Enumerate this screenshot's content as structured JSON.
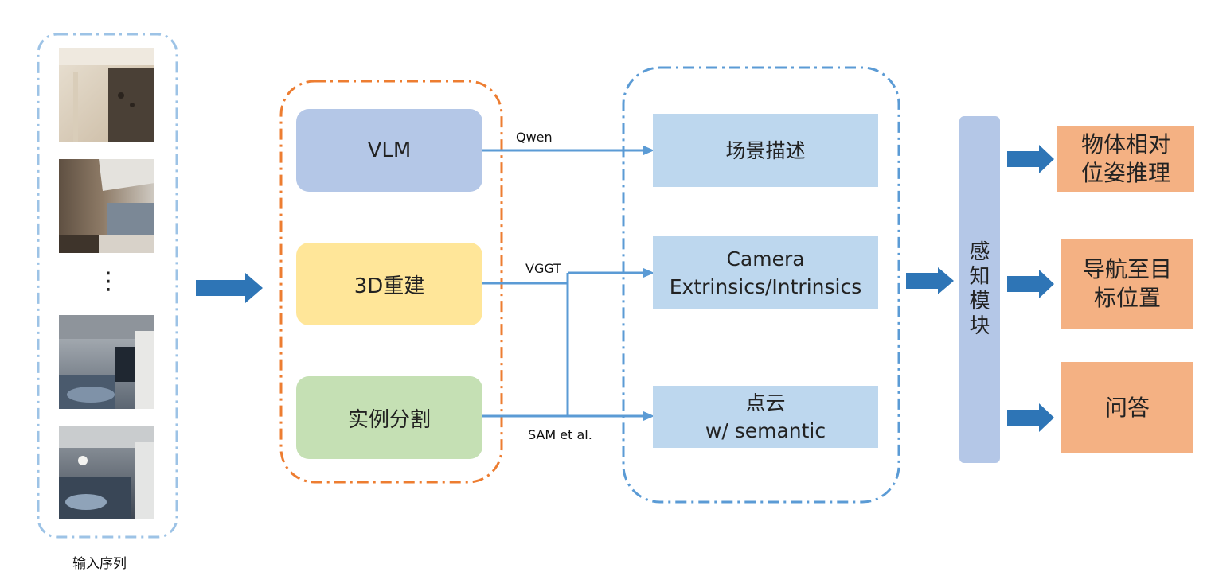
{
  "input": {
    "caption": "输入序列",
    "ellipsis": "⋮"
  },
  "modules": [
    {
      "label": "VLM",
      "color": "#b4c7e7"
    },
    {
      "label": "3D重建",
      "color": "#ffe699"
    },
    {
      "label": "实例分割",
      "color": "#c5e0b4"
    }
  ],
  "edges": {
    "qwen": "Qwen",
    "vggt": "VGGT",
    "sam": "SAM et al."
  },
  "outputs": {
    "scene": "场景描述",
    "camera_line1": "Camera",
    "camera_line2": "Extrinsics/Intrinsics",
    "pc_line1": "点云",
    "pc_line2": "w/ semantic"
  },
  "perception": {
    "chars": [
      "感",
      "知",
      "模",
      "块"
    ]
  },
  "results": {
    "r1_line1": "物体相对",
    "r1_line2": "位姿推理",
    "r2_line1": "导航至目",
    "r2_line2": "标位置",
    "r3": "问答"
  },
  "colors": {
    "blue_dash": "#9dc3e6",
    "orange_dash": "#ed7d31",
    "dark_dash": "#5b9bd5",
    "arrow": "#2e75b6",
    "line": "#5b9bd5",
    "output_box": "#bdd7ee",
    "result_box": "#f4b183",
    "perception_bar": "#b4c7e7"
  }
}
